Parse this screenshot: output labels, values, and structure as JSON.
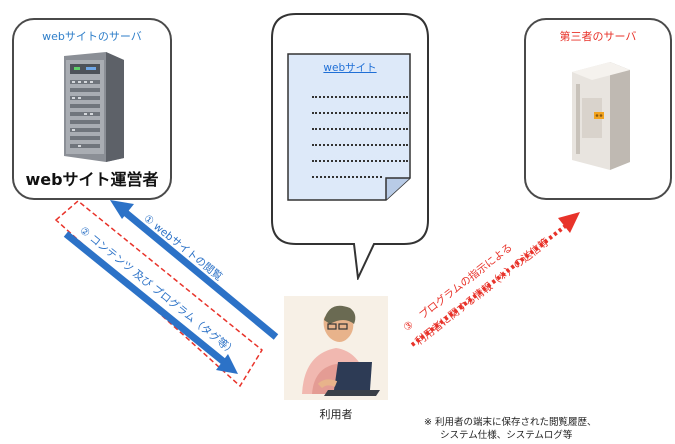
{
  "left_box": {
    "title": "webサイトのサーバ",
    "operator_label": "webサイト運営者",
    "icon": "server-tower-icon",
    "title_color": "#2e7ec9"
  },
  "right_box": {
    "title": "第三者のサーバ",
    "icon": "server-cabinet-icon",
    "title_color": "#e8332a"
  },
  "speech_bubble": {
    "document_title": "webサイト",
    "document_color": "#dde9f9"
  },
  "arrows": {
    "browse": {
      "label": "① webサイトの閲覧",
      "color": "#2c72c7"
    },
    "content": {
      "label": "② コンテンツ 及び プログラム（タグ等）",
      "color": "#2c72c7",
      "frame_color": "#e8332a"
    },
    "send": {
      "line1": "③　プログラムの指示による",
      "line2": "利用者に関する情報（※）の送信等",
      "color": "#e8332a"
    }
  },
  "user": {
    "label": "利用者",
    "icon": "person-laptop-icon"
  },
  "footnote": {
    "line1": "※ 利用者の端末に保存された閲覧履歴、",
    "line2": "システム仕様、システムログ等"
  }
}
